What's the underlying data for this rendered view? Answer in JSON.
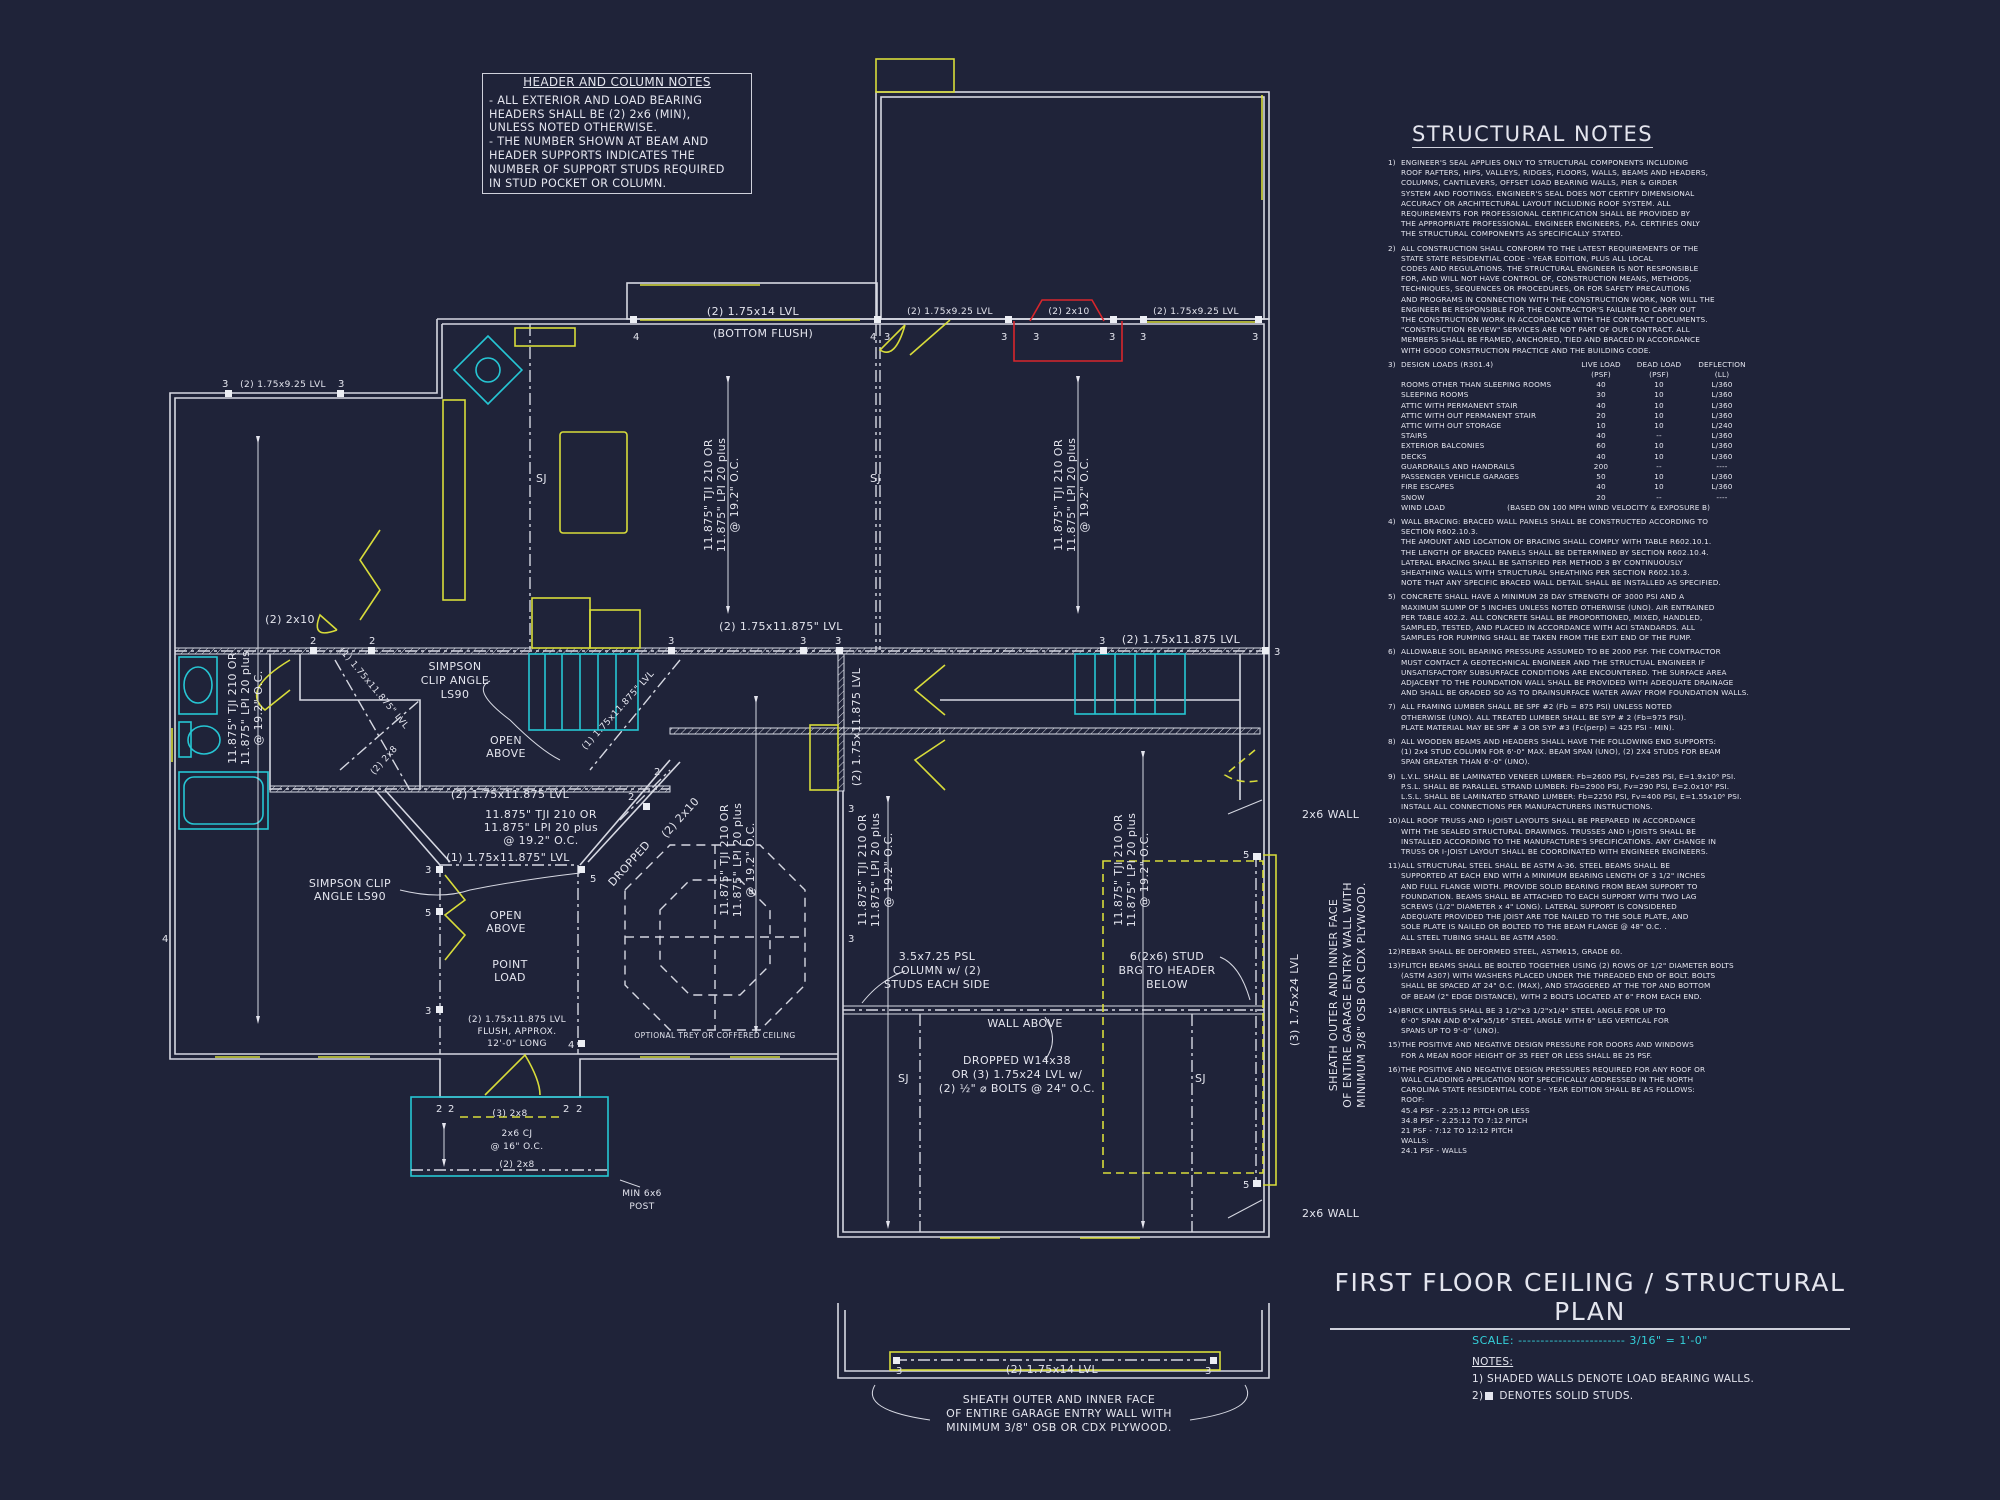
{
  "colors": {
    "background": "#1f2339",
    "walls": "#d6d8e2",
    "doors_windows": "#d8dc3a",
    "fixtures": "#26c6d4",
    "highlight": "#d8262c"
  },
  "header_notes": {
    "title": "HEADER AND COLUMN NOTES",
    "body": "- ALL EXTERIOR AND LOAD BEARING\nHEADERS SHALL BE (2) 2x6 (MIN),\nUNLESS NOTED OTHERWISE.\n- THE NUMBER SHOWN AT BEAM AND\nHEADER SUPPORTS INDICATES THE\nNUMBER OF SUPPORT STUDS REQUIRED\nIN STUD POCKET OR COLUMN."
  },
  "structural_notes": {
    "title": "STRUCTURAL NOTES",
    "n1": {
      "num": "1)",
      "text": "ENGINEER'S SEAL APPLIES ONLY TO STRUCTURAL COMPONENTS INCLUDING\nROOF RAFTERS, HIPS, VALLEYS, RIDGES, FLOORS, WALLS, BEAMS AND HEADERS,\nCOLUMNS, CANTILEVERS, OFFSET LOAD BEARING WALLS, PIER & GIRDER\nSYSTEM AND FOOTINGS.  ENGINEER'S SEAL DOES NOT CERTIFY DIMENSIONAL\nACCURACY OR ARCHITECTURAL LAYOUT INCLUDING ROOF SYSTEM. ALL\nREQUIREMENTS FOR PROFESSIONAL CERTIFICATION SHALL BE PROVIDED BY\nTHE APPROPRIATE PROFESSIONAL. ENGINEER ENGINEERS, P.A. CERTIFIES ONLY\nTHE STRUCTURAL COMPONENTS AS SPECIFICALLY STATED."
    },
    "n2": {
      "num": "2)",
      "text": "ALL CONSTRUCTION SHALL CONFORM TO THE LATEST REQUIREMENTS OF THE\nSTATE STATE RESIDENTIAL CODE - YEAR EDITION, PLUS ALL LOCAL\nCODES AND REGULATIONS. THE STRUCTURAL ENGINEER IS NOT RESPONSIBLE\nFOR, AND WILL NOT HAVE CONTROL OF, CONSTRUCTION MEANS, METHODS,\nTECHNIQUES, SEQUENCES OR PROCEDURES, OR FOR SAFETY PRECAUTIONS\nAND PROGRAMS IN CONNECTION WITH THE CONSTRUCTION WORK, NOR WILL THE\nENGINEER BE RESPONSIBLE FOR THE CONTRACTOR'S FAILURE TO CARRY OUT\nTHE CONSTRUCTION WORK IN ACCORDANCE WITH THE CONTRACT DOCUMENTS.\n\"CONSTRUCTION REVIEW\" SERVICES ARE NOT PART OF OUR CONTRACT. ALL\nMEMBERS SHALL BE FRAMED, ANCHORED, TIED AND BRACED IN ACCORDANCE\nWITH GOOD CONSTRUCTION PRACTICE AND THE BUILDING CODE."
    },
    "n3": {
      "num": "3)",
      "heading": "DESIGN LOADS (R301.4)",
      "col_live": "LIVE LOAD\n(PSF)",
      "col_dead": "DEAD LOAD\n(PSF)",
      "col_defl": "DEFLECTION\n(LL)",
      "rows": [
        {
          "name": "ROOMS OTHER THAN SLEEPING ROOMS",
          "live": "40",
          "dead": "10",
          "defl": "L/360"
        },
        {
          "name": "SLEEPING ROOMS",
          "live": "30",
          "dead": "10",
          "defl": "L/360"
        },
        {
          "name": "ATTIC WITH PERMANENT STAIR",
          "live": "40",
          "dead": "10",
          "defl": "L/360"
        },
        {
          "name": "ATTIC WITH OUT PERMANENT STAIR",
          "live": "20",
          "dead": "10",
          "defl": "L/360"
        },
        {
          "name": "ATTIC WITH OUT STORAGE",
          "live": "10",
          "dead": "10",
          "defl": "L/240"
        },
        {
          "name": "STAIRS",
          "live": "40",
          "dead": "--",
          "defl": "L/360"
        },
        {
          "name": "EXTERIOR BALCONIES",
          "live": "60",
          "dead": "10",
          "defl": "L/360"
        },
        {
          "name": "DECKS",
          "live": "40",
          "dead": "10",
          "defl": "L/360"
        },
        {
          "name": "GUARDRAILS AND HANDRAILS",
          "live": "200",
          "dead": "--",
          "defl": "----"
        },
        {
          "name": "PASSENGER VEHICLE GARAGES",
          "live": "50",
          "dead": "10",
          "defl": "L/360"
        },
        {
          "name": "FIRE ESCAPES",
          "live": "40",
          "dead": "10",
          "defl": "L/360"
        },
        {
          "name": "SNOW",
          "live": "20",
          "dead": "--",
          "defl": "----"
        }
      ],
      "wind_name": "WIND LOAD",
      "wind_value": "(BASED ON 100 MPH WIND VELOCITY & EXPOSURE B)"
    },
    "n4": {
      "num": "4)",
      "text": "WALL BRACING:  BRACED WALL PANELS SHALL BE CONSTRUCTED ACCORDING TO\nSECTION R602.10.3.\nTHE AMOUNT AND LOCATION OF BRACING SHALL COMPLY WITH TABLE R602.10.1.\nTHE LENGTH OF BRACED PANELS SHALL BE DETERMINED BY SECTION R602.10.4.\nLATERAL BRACING SHALL BE SATISFIED PER METHOD 3 BY CONTINUOUSLY\nSHEATHING WALLS WITH STRUCTURAL SHEATHING PER SECTION R602.10.3.\nNOTE THAT ANY SPECIFIC BRACED WALL DETAIL SHALL BE INSTALLED AS SPECIFIED."
    },
    "n5": {
      "num": "5)",
      "text": "CONCRETE SHALL HAVE A MINIMUM 28 DAY STRENGTH OF 3000 PSI AND A\nMAXIMUM SLUMP OF 5 INCHES UNLESS NOTED OTHERWISE (UNO). AIR ENTRAINED\nPER TABLE 402.2. ALL CONCRETE SHALL BE PROPORTIONED, MIXED, HANDLED,\nSAMPLED, TESTED, AND PLACED IN ACCORDANCE WITH ACI STANDARDS. ALL\nSAMPLES FOR PUMPING SHALL BE TAKEN FROM THE EXIT END OF THE PUMP."
    },
    "n6": {
      "num": "6)",
      "text": "ALLOWABLE SOIL BEARING PRESSURE ASSUMED TO BE 2000 PSF. THE CONTRACTOR\nMUST CONTACT A GEOTECHNICAL ENGINEER AND THE STRUCTUAL ENGINEER IF\nUNSATISFACTORY SUBSURFACE CONDITIONS ARE ENCOUNTERED. THE SURFACE AREA\nADJACENT TO THE FOUNDATION WALL SHALL BE PROVIDED WITH ADEQUATE DRAINAGE\nAND SHALL BE GRADED SO AS TO DRAINSURFACE WATER AWAY FROM FOUNDATION WALLS."
    },
    "n7": {
      "num": "7)",
      "text": "ALL FRAMING LUMBER SHALL BE SPF #2 (Fb = 875 PSI) UNLESS NOTED\nOTHERWISE (UNO). ALL TREATED LUMBER SHALL BE SYP # 2 (Fb=975 PSI).\nPLATE MATERIAL MAY BE SPF # 3 OR SYP #3 (Fc(perp) = 425 PSI - MIN)."
    },
    "n8": {
      "num": "8)",
      "text": "ALL WOODEN BEAMS AND HEADERS SHALL HAVE THE FOLLOWING END SUPPORTS:\n(1) 2x4 STUD COLUMN FOR 6'-0\" MAX. BEAM SPAN (UNO), (2) 2X4 STUDS FOR BEAM\nSPAN GREATER THAN 6'-0\" (UNO)."
    },
    "n9": {
      "num": "9)",
      "text": "L.V.L.  SHALL BE LAMINATED VENEER LUMBER: Fb=2600 PSI, Fv=285 PSI, E=1.9x10⁶ PSI.\nP.S.L.  SHALL BE PARALLEL STRAND LUMBER: Fb=2900 PSI, Fv=290 PSI, E=2.0x10⁶ PSI.\nL.S.L.  SHALL BE LAMINATED STRAND LUMBER: Fb=2250 PSI, Fv=400 PSI, E=1.55x10⁶ PSI.\nINSTALL ALL CONNECTIONS PER MANUFACTURERS INSTRUCTIONS."
    },
    "n10": {
      "num": "10)",
      "text": "ALL ROOF TRUSS AND I-JOIST LAYOUTS SHALL BE PREPARED IN ACCORDANCE\nWITH THE SEALED STRUCTURAL DRAWINGS. TRUSSES AND I-JOISTS SHALL BE\nINSTALLED ACCORDING TO THE MANUFACTURE'S SPECIFICATIONS. ANY CHANGE IN\nTRUSS OR I-JOIST LAYOUT SHALL BE COORDINATED WITH ENGINEER ENGINEERS."
    },
    "n11": {
      "num": "11)",
      "text": "ALL STRUCTURAL STEEL SHALL BE ASTM A-36. STEEL BEAMS SHALL BE\nSUPPORTED AT EACH END WITH A MINIMUM BEARING LENGTH OF 3 1/2\" INCHES\nAND FULL FLANGE WIDTH. PROVIDE SOLID BEARING FROM BEAM SUPPORT TO\nFOUNDATION.  BEAMS SHALL BE ATTACHED TO EACH SUPPORT WITH TWO LAG\nSCREWS (1/2\" DIAMETER x 4\" LONG). LATERAL SUPPORT IS CONSIDERED\nADEQUATE PROVIDED THE JOIST ARE TOE NAILED TO THE SOLE PLATE, AND\nSOLE PLATE IS NAILED OR BOLTED TO THE BEAM FLANGE @ 48\" O.C. .\nALL STEEL TUBING SHALL BE ASTM A500."
    },
    "n12": {
      "num": "12)",
      "text": "REBAR SHALL BE DEFORMED STEEL, ASTM615, GRADE 60."
    },
    "n13": {
      "num": "13)",
      "text": "FLITCH BEAMS SHALL BE BOLTED TOGETHER USING (2) ROWS OF 1/2\" DIAMETER BOLTS\n(ASTM A307) WITH WASHERS PLACED UNDER THE THREADED END OF BOLT.  BOLTS\nSHALL BE SPACED AT 24\" O.C. (MAX), AND STAGGERED AT THE TOP AND BOTTOM\nOF BEAM (2\" EDGE DISTANCE), WITH 2 BOLTS LOCATED AT 6\" FROM EACH END."
    },
    "n14": {
      "num": "14)",
      "text": "BRICK LINTELS SHALL BE 3 1/2\"x3 1/2\"x1/4\" STEEL ANGLE FOR UP TO\n6'-0\" SPAN AND 6\"x4\"x5/16\" STEEL ANGLE WITH 6\" LEG VERTICAL FOR\nSPANS UP TO 9'-0\" (UNO)."
    },
    "n15": {
      "num": "15)",
      "text": "THE POSITIVE AND NEGATIVE DESIGN PRESSURE FOR DOORS AND WINDOWS\nFOR A MEAN ROOF HEIGHT OF 35 FEET OR LESS SHALL BE 25 PSF."
    },
    "n16": {
      "num": "16)",
      "text": "THE POSITIVE AND NEGATIVE DESIGN PRESSURES REQUIRED FOR ANY ROOF OR\nWALL CLADDING APPLICATION NOT SPECIFICALLY ADDRESSED IN THE NORTH\nCAROLINA STATE RESIDENTIAL CODE - YEAR EDITION SHALL BE AS FOLLOWS:\nROOF:\n    45.4 PSF - 2.25:12 PITCH OR LESS\n    34.8 PSF - 2.25:12 TO 7:12 PITCH\n    21 PSF - 7:12 TO 12:12 PITCH\nWALLS:\n    24.1 PSF - WALLS"
    }
  },
  "title_block": {
    "title": "FIRST FLOOR CEILING / STRUCTURAL PLAN",
    "scale_label": "SCALE: ------------------------",
    "scale_value": "3/16\" = 1'-0\""
  },
  "legend": {
    "title": "NOTES:",
    "item1": "1) SHADED WALLS DENOTE LOAD BEARING WALLS.",
    "item2_num": "2)",
    "item2": "DENOTES SOLID STUDS."
  },
  "plan": {
    "beam_top_1": "(2) 1.75x14 LVL",
    "bottom_flush": "(BOTTOM FLUSH)",
    "beam_top_2": "(2) 1.75x9.25 LVL",
    "beam_top_3": "(2) 2x10",
    "beam_top_4": "(2) 1.75x9.25 LVL",
    "beam_left_top": "(2) 1.75x9.25 LVL",
    "header_2x10": "(2) 2x10",
    "simpson_1": [
      "SIMPSON",
      "CLIP ANGLE",
      "LS90"
    ],
    "beam_mid_1": "(2) 1.75x11.875\" LVL",
    "beam_mid_2": "(2) 1.75x11.875 LVL",
    "open_above_1": [
      "OPEN",
      "ABOVE"
    ],
    "beam_mid_3": "(2) 1.75x11.875 LVL",
    "joist_note": [
      "11.875\" TJI 210 OR",
      "11.875\" LPI 20 plus",
      "@ 19.2\" O.C."
    ],
    "beam_mid_4": "(1) 1.75x11.875\" LVL",
    "simpson_2": [
      "SIMPSON CLIP",
      "ANGLE LS90"
    ],
    "open_above_2": [
      "OPEN",
      "ABOVE"
    ],
    "point_load": [
      "POINT",
      "LOAD"
    ],
    "foyer_beam": [
      "(2) 1.75x11.875 LVL",
      "FLUSH, APPROX.",
      "12'-0\" LONG"
    ],
    "porch_header": "(3) 2x8",
    "porch_cj": [
      "2x6 CJ",
      "@ 16\" O.C."
    ],
    "porch_beam": "(2) 2x8",
    "post": [
      "MIN 6x6",
      "POST"
    ],
    "coffered": "OPTIONAL TREY OR COFFERED CEILING",
    "psl_column": [
      "3.5x7.25 PSL",
      "COLUMN w/ (2)",
      "STUDS EACH SIDE"
    ],
    "wall_above": "WALL ABOVE",
    "dropped_beam": [
      "DROPPED W14x38",
      "OR (3) 1.75x24 LVL w/",
      "(2) ½\" ⌀ BOLTS @ 24\" O.C."
    ],
    "stud_brg": [
      "6(2x6) STUD",
      "BRG TO HEADER",
      "BELOW"
    ],
    "wall_2x6": "2x6 WALL",
    "garage_lvl": "(3) 1.75x24 LVL",
    "sheath_note": [
      "SHEATH OUTER AND INNER FACE",
      "OF ENTIRE GARAGE ENTRY WALL WITH",
      "MINIMUM 3/8\" OSB OR CDX PLYWOOD."
    ],
    "sj": "SJ",
    "diag_1": "(1) 1.75x11.875\" LVL",
    "diag_2": "(1) 1.75x11.875\" LVL",
    "diag_3": "(2) 2x8",
    "dropped_2x10": [
      "(2) 2x10",
      "DROPPED"
    ],
    "vert_lvl": "(2) 1.75x11.875 LVL",
    "garage_door_beam": "(2) 1.75x14 LVL",
    "stud_counts": [
      "4",
      "4",
      "3",
      "3",
      "3",
      "3",
      "3",
      "3",
      "3",
      "3",
      "2",
      "2",
      "3",
      "3",
      "3",
      "3",
      "3",
      "4",
      "2",
      "2",
      "5",
      "3",
      "5",
      "3",
      "4",
      "2",
      "2",
      "2",
      "2",
      "3",
      "3",
      "5",
      "5",
      "3",
      "3"
    ]
  }
}
